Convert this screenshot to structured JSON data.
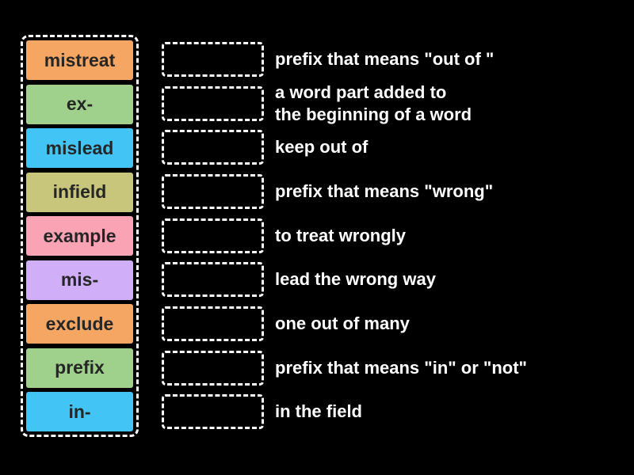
{
  "game": {
    "colors": {
      "background": "#000000",
      "dashed_border": "#ffffff",
      "tile_text": "#262626",
      "definition_text": "#ffffff",
      "orange": "#f5a662",
      "green": "#a0d18c",
      "blue": "#42c4f5",
      "olive": "#c8c67a",
      "pink": "#f9a3b4",
      "lavender": "#d0aef8"
    },
    "tiles": [
      {
        "label": "mistreat",
        "color": "#f5a662"
      },
      {
        "label": "ex-",
        "color": "#a0d18c"
      },
      {
        "label": "mislead",
        "color": "#42c4f5"
      },
      {
        "label": "infield",
        "color": "#c8c67a"
      },
      {
        "label": "example",
        "color": "#f9a3b4"
      },
      {
        "label": "mis-",
        "color": "#d0aef8"
      },
      {
        "label": "exclude",
        "color": "#f5a662"
      },
      {
        "label": "prefix",
        "color": "#a0d18c"
      },
      {
        "label": "in-",
        "color": "#42c4f5"
      }
    ],
    "definitions": [
      {
        "text": "prefix that means \"out of \""
      },
      {
        "text": "a word part added to\nthe beginning of a word"
      },
      {
        "text": "keep out of"
      },
      {
        "text": "prefix that means \"wrong\""
      },
      {
        "text": "to treat wrongly"
      },
      {
        "text": "lead the wrong way"
      },
      {
        "text": "one out of many"
      },
      {
        "text": "prefix that means \"in\" or \"not\""
      },
      {
        "text": "in the field"
      }
    ]
  }
}
